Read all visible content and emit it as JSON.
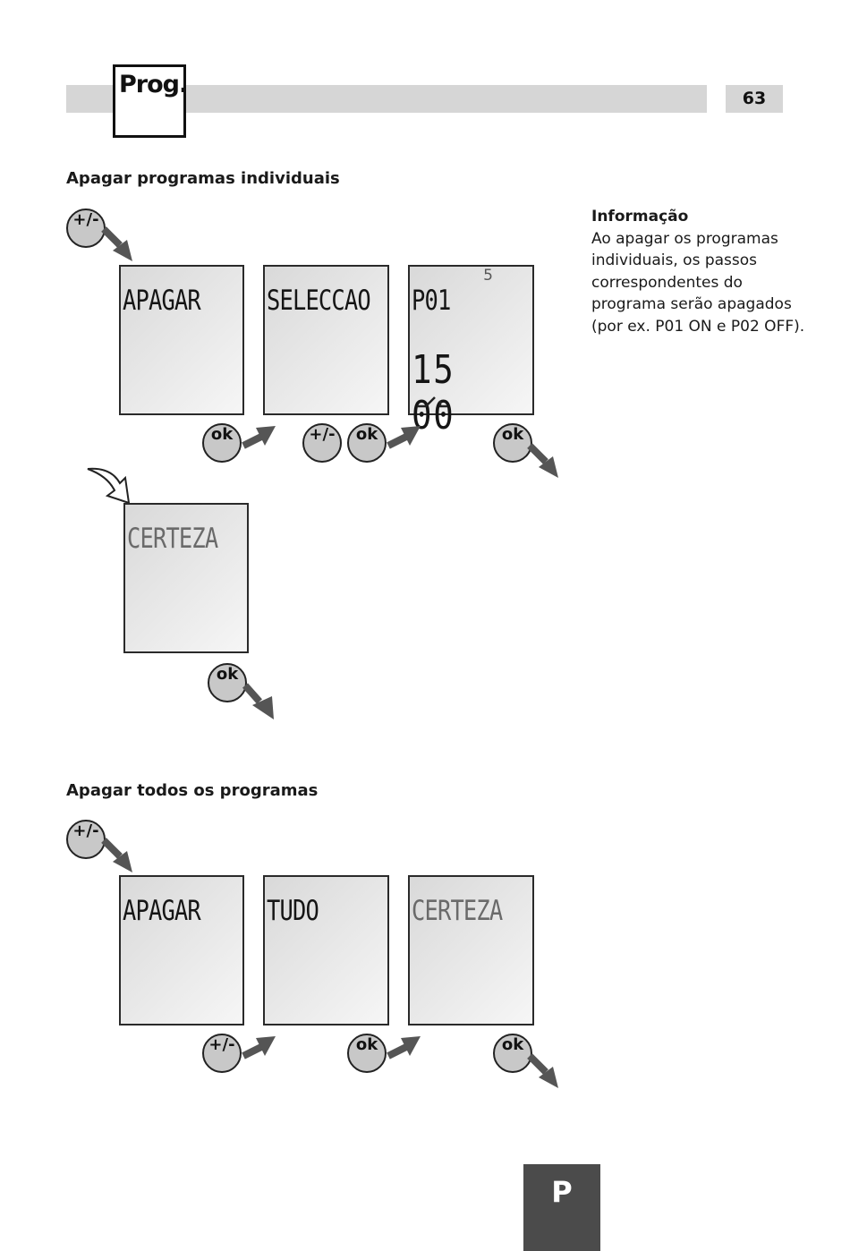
{
  "header": {
    "section_label": "Prog.",
    "page_number": "63"
  },
  "individual": {
    "title": "Apagar programas individuais",
    "screens": {
      "s1": "APAGAR",
      "s2": "SELECCAO",
      "s3_main": "P01",
      "s3_small": "5",
      "s3_time": "15 00",
      "s4": "CERTEZA"
    },
    "buttons": {
      "pm": "+/-",
      "ok": "ok"
    }
  },
  "info": {
    "title": "Informação",
    "text": "Ao apagar os programas individuais, os passos correspondentes do programa serão apagados (por ex. P01 ON e P02 OFF)."
  },
  "all": {
    "title": "Apagar todos os programas",
    "screens": {
      "s1": "APAGAR",
      "s2": "TUDO",
      "s3": "CERTEZA"
    },
    "buttons": {
      "pm": "+/-",
      "ok": "ok"
    }
  },
  "tab": {
    "label": "P"
  },
  "colors": {
    "header_bar": "#d6d6d6",
    "button": "#c8c8c8",
    "arrow": "#555555",
    "tab": "#4b4b4b"
  }
}
